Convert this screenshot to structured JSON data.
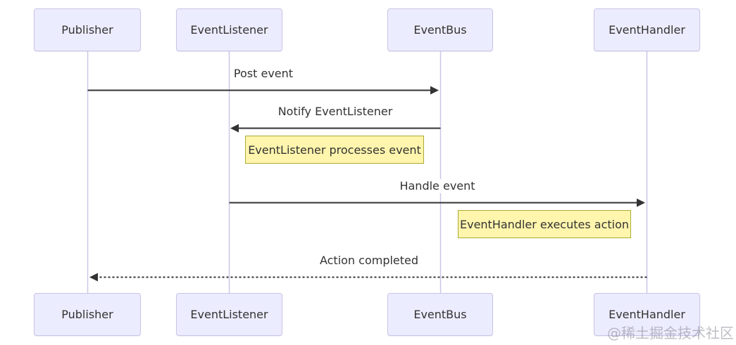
{
  "diagram": {
    "type": "sequence-diagram",
    "actors": [
      {
        "name": "Publisher"
      },
      {
        "name": "EventListener"
      },
      {
        "name": "EventBus"
      },
      {
        "name": "EventHandler"
      }
    ],
    "messages": [
      {
        "from": "Publisher",
        "to": "EventBus",
        "label": "Post event",
        "style": "solid",
        "direction": "right"
      },
      {
        "from": "EventBus",
        "to": "EventListener",
        "label": "Notify EventListener",
        "style": "solid",
        "direction": "left"
      },
      {
        "from": "EventListener",
        "to": "EventHandler",
        "label": "Handle event",
        "style": "solid",
        "direction": "right"
      },
      {
        "from": "EventHandler",
        "to": "Publisher",
        "label": "Action completed",
        "style": "dotted",
        "direction": "left"
      }
    ],
    "notes": [
      {
        "over": "EventListener-to-EventBus",
        "label": "EventListener processes event"
      },
      {
        "over": "EventBus-to-EventHandler",
        "label": "EventHandler executes action"
      }
    ],
    "colors": {
      "actor_fill": "#ececff",
      "actor_border": "#c9c4e4",
      "lifeline": "#ccc7e8",
      "note_fill": "#fff5ad",
      "note_border": "#aaaa33",
      "arrow": "#333333",
      "text": "#333333"
    }
  },
  "watermark": {
    "text": "@稀土掘金技术社区"
  }
}
